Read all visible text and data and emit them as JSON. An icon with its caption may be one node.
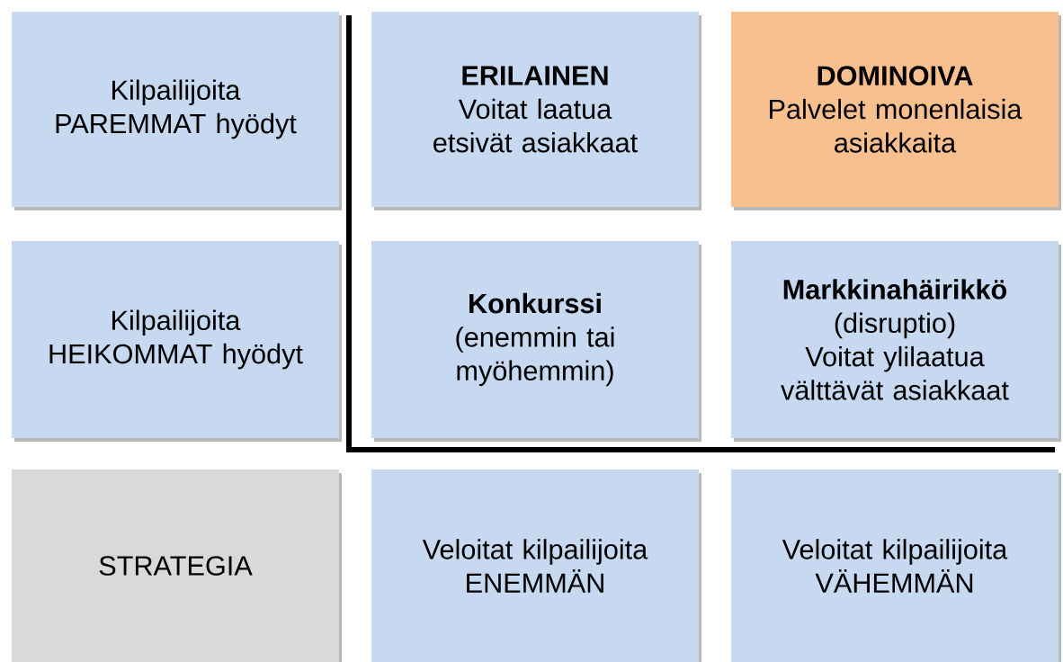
{
  "diagram": {
    "nodes": [
      {
        "text": [
          "Kilpailijoita PAREMMAT hyödyt"
        ]
      },
      {
        "text": [
          "ERILAINEN",
          "Voitat laatua etsivät asiakkaat"
        ]
      },
      {
        "text": [
          "DOMINOIVA",
          "Palvelet monenlaisia asiakkaita"
        ]
      },
      {
        "text": [
          "Kilpailijoita HEIKOMMAT hyödyt"
        ]
      },
      {
        "text": [
          "Konkurssi",
          "(enemmin tai myöhemmin)"
        ]
      },
      {
        "text": [
          "Markkinahäirikkö",
          "(disruptio) Voitat ylilaatua välttävät asiakkaat"
        ]
      },
      {
        "text": [
          "STRATEGIA"
        ]
      },
      {
        "text": [
          "Veloitat kilpailijoita ENEMMÄN"
        ]
      },
      {
        "text": [
          "Veloitat kilpailijoita VÄHEMMÄN"
        ]
      }
    ]
  }
}
